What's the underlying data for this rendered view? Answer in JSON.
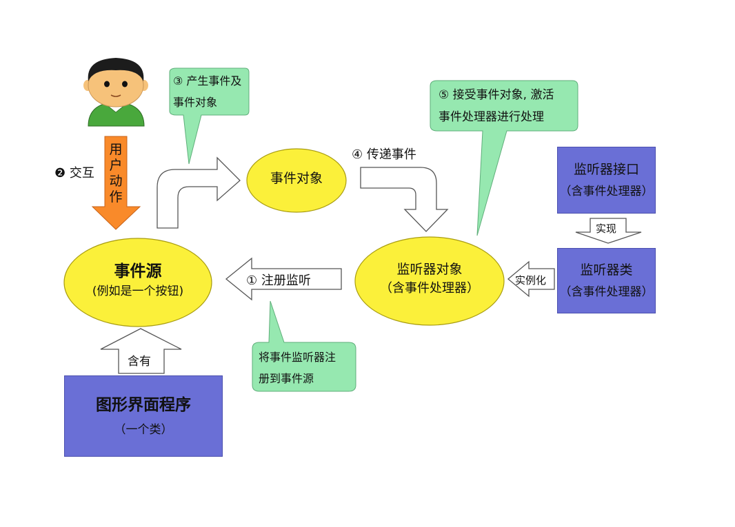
{
  "user_figure": {
    "icon": "user-person-icon"
  },
  "user_action": {
    "label_chars": [
      "用",
      "户",
      "动",
      "作"
    ]
  },
  "steps": {
    "interact": "❷ 交互",
    "register": "① 注册监听",
    "deliver": "④ 传递事件"
  },
  "callouts": {
    "generate": {
      "line1": "③ 产生事件及",
      "line2": "事件对象"
    },
    "accept": {
      "line1": "⑤ 接受事件对象, 激活",
      "line2": "事件处理器进行处理"
    },
    "register_note": {
      "line1": "将事件监听器注",
      "line2": "册到事件源"
    }
  },
  "nodes": {
    "event_object": {
      "label": "事件对象"
    },
    "event_source": {
      "title": "事件源",
      "subtitle": "(例如是一个按钮)"
    },
    "listener_object": {
      "title": "监听器对象",
      "subtitle": "（含事件处理器）"
    },
    "listener_interface": {
      "title": "监听器接口",
      "subtitle": "（含事件处理器）"
    },
    "listener_class": {
      "title": "监听器类",
      "subtitle": "（含事件处理器）"
    },
    "gui_program": {
      "title": "图形界面程序",
      "subtitle": "（一个类）"
    }
  },
  "arrow_labels": {
    "implement": "实现",
    "instantiate": "实例化",
    "contains": "含有"
  },
  "colors": {
    "ellipse_fill": "#fbf03a",
    "box_fill": "#6a6fd6",
    "callout_fill": "#96e8b0",
    "user_arrow": "#f98a2a"
  }
}
